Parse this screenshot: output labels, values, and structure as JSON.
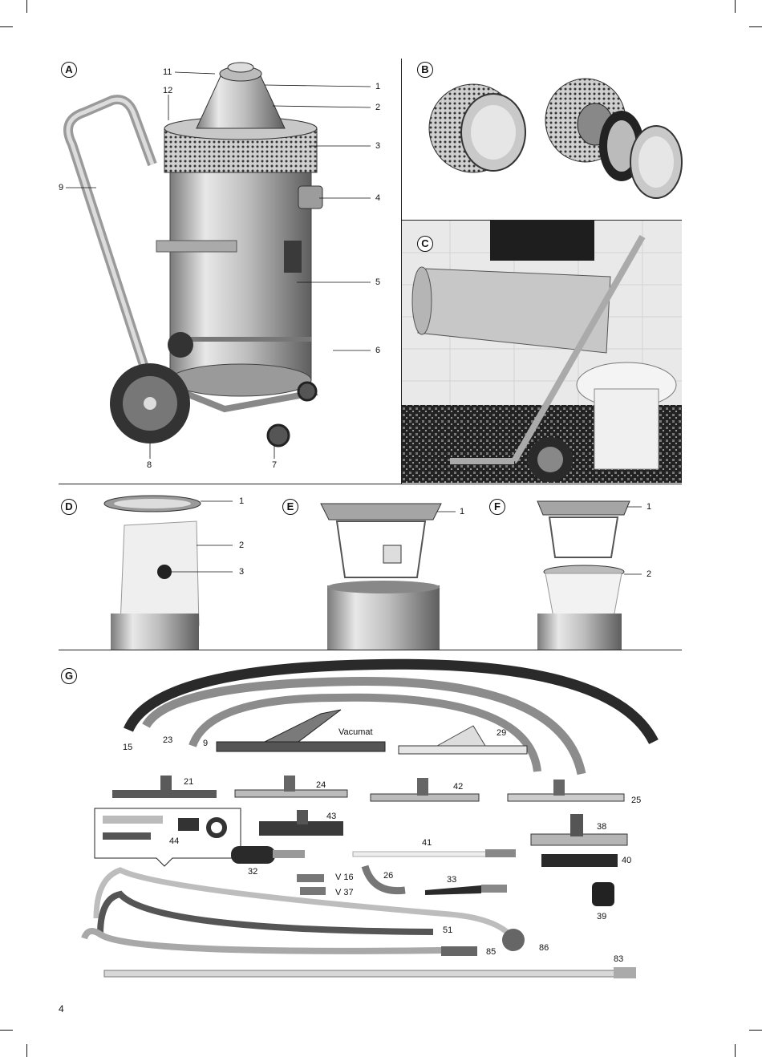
{
  "page_number": "4",
  "sections": {
    "A": {
      "badge": "A",
      "callouts": [
        "11",
        "12",
        "1",
        "2",
        "3",
        "9",
        "4",
        "5",
        "6",
        "8",
        "7"
      ]
    },
    "B": {
      "badge": "B"
    },
    "C": {
      "badge": "C"
    },
    "D": {
      "badge": "D",
      "callouts": [
        "1",
        "2",
        "3"
      ]
    },
    "E": {
      "badge": "E",
      "callouts": [
        "1"
      ]
    },
    "F": {
      "badge": "F",
      "callouts": [
        "1",
        "2"
      ]
    },
    "G": {
      "badge": "G",
      "callouts": [
        "15",
        "23",
        "9",
        "Vacumat",
        "29",
        "21",
        "24",
        "42",
        "25",
        "44",
        "43",
        "38",
        "32",
        "41",
        "40",
        "V 16",
        "V 37",
        "26",
        "33",
        "39",
        "51",
        "85",
        "86",
        "83"
      ]
    }
  },
  "colors": {
    "ink": "#111111",
    "steel_light": "#d9d9d9",
    "steel_mid": "#a8a8a8",
    "steel_dark": "#6a6a6a",
    "hose_dark": "#2a2a2a",
    "hose_grey": "#8c8c8c"
  }
}
